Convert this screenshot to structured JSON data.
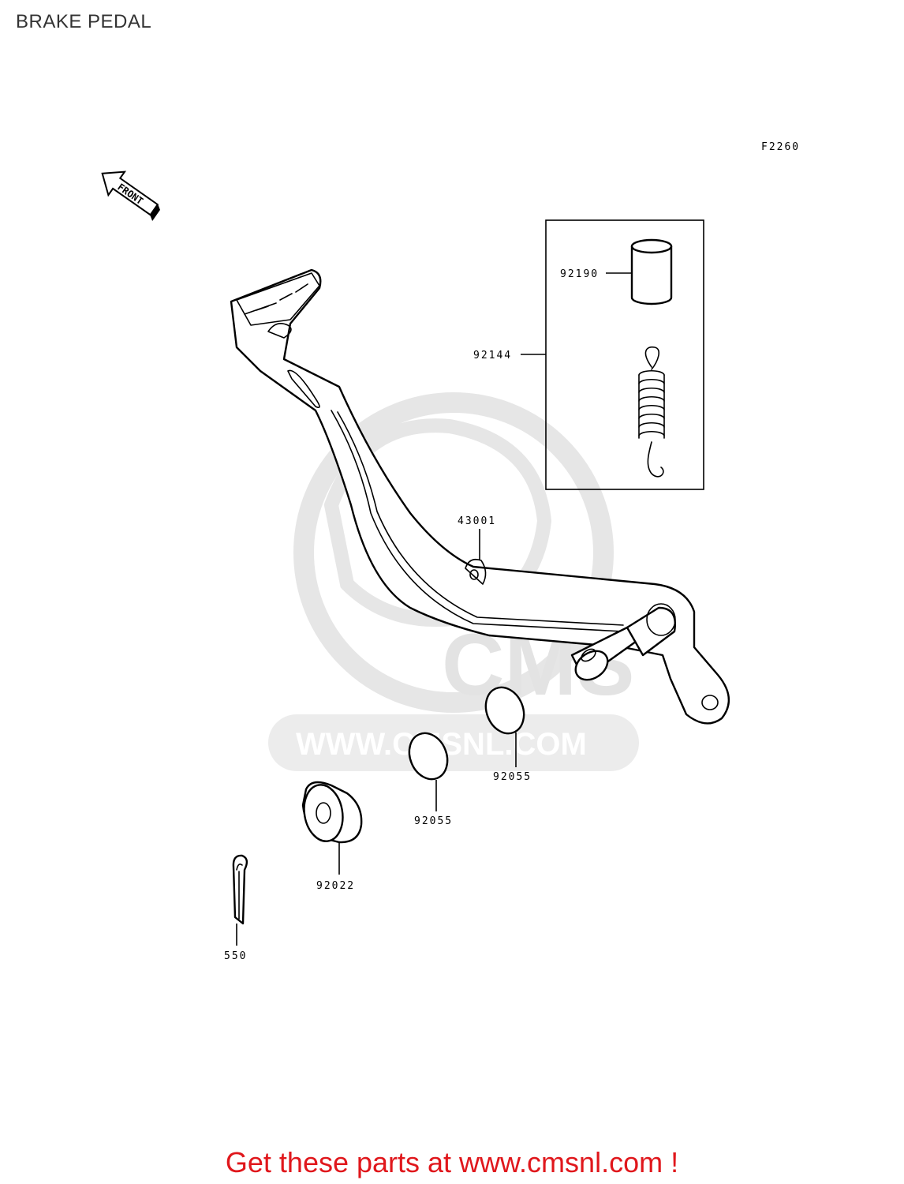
{
  "page": {
    "title": "BRAKE PEDAL",
    "figure_code": "F2260",
    "front_label": "FRONT"
  },
  "watermark": {
    "logo_text": "CMS",
    "url_text": "WWW.CMSNL.COM",
    "color": "#e3e3e3"
  },
  "parts": [
    {
      "number": "92190"
    },
    {
      "number": "92144"
    },
    {
      "number": "43001"
    },
    {
      "number": "92055"
    },
    {
      "number": "92055"
    },
    {
      "number": "92022"
    },
    {
      "number": "550"
    }
  ],
  "footer": {
    "text": "Get these parts at www.cmsnl.com !",
    "color": "#e0171c"
  }
}
